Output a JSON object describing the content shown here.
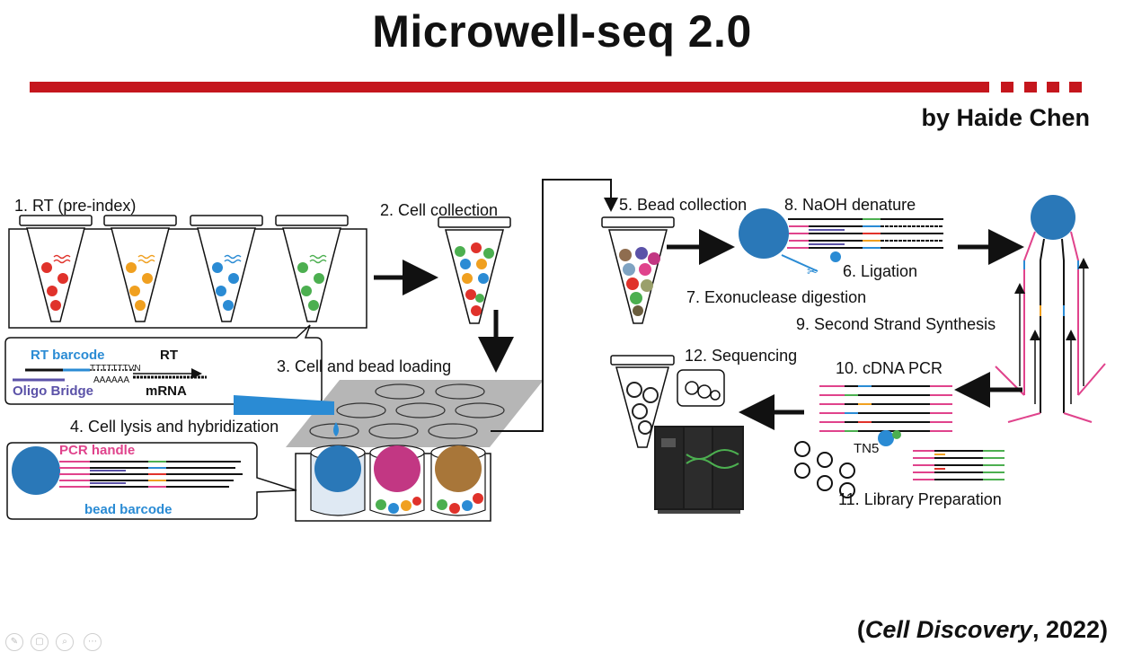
{
  "title": "Microwell-seq 2.0",
  "author": "by Haide Chen",
  "citation": {
    "open": "(",
    "journal": "Cell Discovery",
    "rest": ", 2022)"
  },
  "colors": {
    "accent_red": "#c5161d",
    "bead_blue": "#2a78b8",
    "pink": "#e0438c",
    "orange": "#f0a020",
    "green": "#4caf50",
    "red": "#e0322b"
  },
  "steps": {
    "s1": "1. RT (pre-index)",
    "s2": "2. Cell collection",
    "s3": "3. Cell  and bead loading",
    "s4": "4. Cell lysis and hybridization",
    "s5": "5. Bead collection",
    "s6": "6. Ligation",
    "s7": "7. Exonuclease digestion",
    "s8": "8. NaOH denature",
    "s9": "9. Second Strand Synthesis",
    "s10": "10. cDNA PCR",
    "s11": "11. Library Preparation",
    "s12": "12. Sequencing"
  },
  "rt_inset": {
    "rt_barcode": "RT barcode",
    "rt": "RT",
    "polyT": "TTTTTTTVN",
    "polyA": "AAAAAA",
    "oligo_bridge": "Oligo Bridge",
    "mrna": "mRNA"
  },
  "bead_inset": {
    "pcr_handle": "PCR handle",
    "bead_barcode": "bead barcode"
  },
  "tn5": "TN5",
  "toolbar_icons": [
    "pencil-icon",
    "copy-icon",
    "zoom-icon",
    "more-icon"
  ]
}
